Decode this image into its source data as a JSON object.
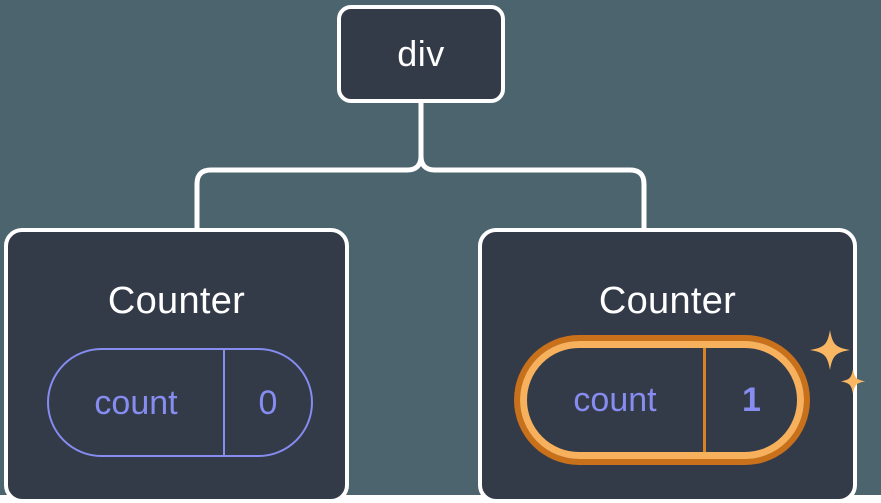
{
  "diagram": {
    "type": "component-tree",
    "background_color": "#4c646e",
    "node_fill_color": "#333b49",
    "node_border_color": "#ffffff",
    "edge_color": "#ffffff",
    "state_color": "#868cf0",
    "highlight_outer_color": "#c9701b",
    "highlight_inner_color": "#f7b15d",
    "root": {
      "label": "div"
    },
    "children": [
      {
        "label": "Counter",
        "state": {
          "key": "count",
          "value": "0",
          "highlighted": false
        }
      },
      {
        "label": "Counter",
        "state": {
          "key": "count",
          "value": "1",
          "highlighted": true
        },
        "sparkle_icons": [
          "sparkle-large",
          "sparkle-small"
        ]
      }
    ]
  }
}
